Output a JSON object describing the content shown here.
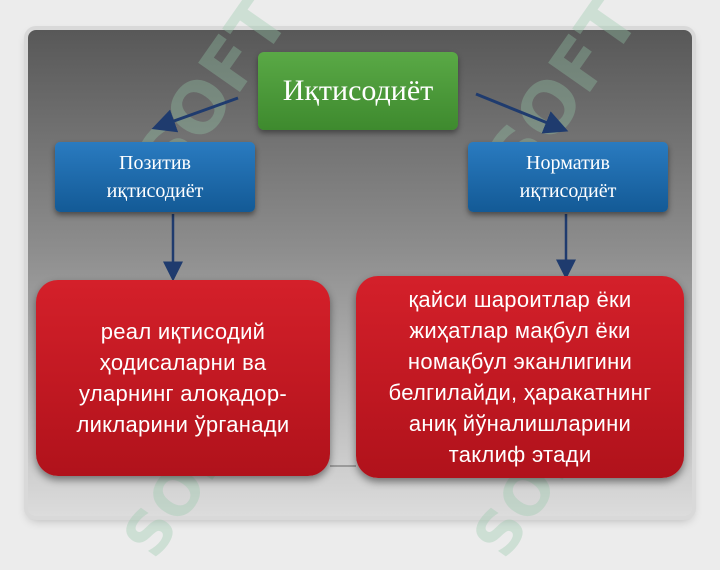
{
  "watermark": {
    "text": "SOFT"
  },
  "diagram": {
    "root": {
      "label": "Иқтисодиёт"
    },
    "left_branch": {
      "label_lines": [
        "Позитив",
        "иқтисодиёт"
      ],
      "description_lines": [
        "реал иқтисодий",
        "ҳодисаларни ва",
        "уларнинг алоқадор-",
        "ликларини ўрганади"
      ]
    },
    "right_branch": {
      "label_lines": [
        "Норматив",
        "иқтисодиёт"
      ],
      "description_lines": [
        "қайси шароитлар ёки",
        "жиҳатлар мақбул ёки",
        "номақбул эканлигини",
        "белгилайди, ҳаракатнинг",
        "аниқ йўналишларини",
        "таклиф этади"
      ]
    }
  },
  "colors": {
    "root_fill": "#4a9a3a",
    "branch_fill": "#1e6aaa",
    "description_fill": "#c4161f",
    "connector": "#1f3b6e"
  }
}
